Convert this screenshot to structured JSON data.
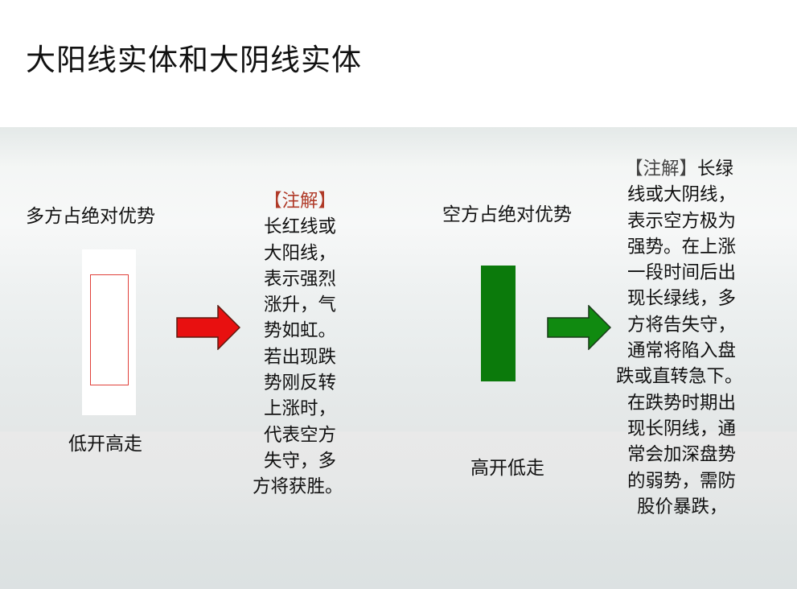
{
  "title": "大阳线实体和大阴线实体",
  "left": {
    "heading": "多方占绝对优势",
    "caption": "低开高走",
    "note": {
      "mark": "【注解】",
      "lines": [
        "长红线或",
        "大阳线，",
        "表示强烈",
        "涨升，气",
        "势如虹。",
        "若出现跌",
        "势刚反转",
        "上涨时，",
        "代表空方",
        "失守，多",
        "方将获胜。"
      ]
    },
    "candle_color": "#e0403a",
    "arrow_color": "#e81010"
  },
  "right": {
    "heading": "空方占绝对优势",
    "caption": "高开低走",
    "note": {
      "mark": "【注解】",
      "first_text": "长绿",
      "lines": [
        "线或大阴线，",
        "表示空方极为",
        "强势。在上涨",
        "一段时间后出",
        "现长绿线，多",
        "方将告失守，",
        "通常将陷入盘",
        "跌或直转急下。",
        "在跌势时期出",
        "现长阴线，通",
        "常会加深盘势",
        "的弱势，需防",
        "股价暴跌，"
      ]
    },
    "candle_color": "#0b7a0b",
    "arrow_color": "#108a10"
  }
}
